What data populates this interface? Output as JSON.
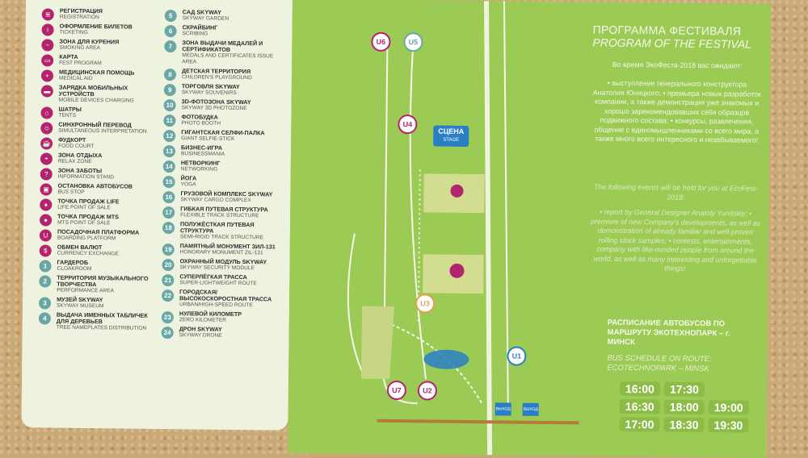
{
  "legend": {
    "col1": [
      {
        "icon": "registration-icon",
        "glyph": "≣",
        "ru": "Регистрация",
        "en": "Registration"
      },
      {
        "icon": "ticket-icon",
        "glyph": "i",
        "ru": "Оформление билетов",
        "en": "Ticketing"
      },
      {
        "icon": "smoking-icon",
        "glyph": "~",
        "ru": "Зона для курения",
        "en": "Smoking area"
      },
      {
        "icon": "map-icon",
        "glyph": "▭",
        "ru": "Карта",
        "en": "Fest program"
      },
      {
        "icon": "medical-icon",
        "glyph": "+",
        "ru": "Медицинская помощь",
        "en": "Medical aid"
      },
      {
        "icon": "charging-icon",
        "glyph": "▬",
        "ru": "Зарядка мобильных устройств",
        "en": "Mobile devices charging"
      },
      {
        "icon": "tent-icon",
        "glyph": "⌂",
        "ru": "Шатры",
        "en": "Tents"
      },
      {
        "icon": "interpretation-icon",
        "glyph": "☺",
        "ru": "Синхронный перевод",
        "en": "Simultaneous interpretation"
      },
      {
        "icon": "food-icon",
        "glyph": "☕",
        "ru": "Фудкорт",
        "en": "Food court"
      },
      {
        "icon": "relax-icon",
        "glyph": "◓",
        "ru": "Зона отдыха",
        "en": "Relax zone"
      },
      {
        "icon": "info-icon",
        "glyph": "?",
        "ru": "Зона заботы",
        "en": "Information stand"
      },
      {
        "icon": "bus-icon",
        "glyph": "▣",
        "ru": "Остановка автобусов",
        "en": "Bus stop"
      },
      {
        "icon": "life-icon",
        "glyph": "♦",
        "ru": "Точка продаж Life",
        "en": "Life point of sale"
      },
      {
        "icon": "mts-icon",
        "glyph": "●",
        "ru": "Точка продаж MTS",
        "en": "MTS point of sale"
      },
      {
        "icon": "platform-icon",
        "glyph": "U",
        "ru": "Посадочная платформа",
        "en": "Boarding platform"
      },
      {
        "icon": "currency-icon",
        "glyph": "$",
        "ru": "Обмен валют",
        "en": "Currency exchange"
      },
      {
        "icon": "num-1",
        "glyph": "1",
        "ru": "Гардероб",
        "en": "Cloakroom"
      },
      {
        "icon": "num-2",
        "glyph": "2",
        "ru": "Территория музыкального творчества",
        "en": "Performance area"
      },
      {
        "icon": "num-3",
        "glyph": "3",
        "ru": "Музей SkyWay",
        "en": "SkyWay museum"
      },
      {
        "icon": "num-4",
        "glyph": "4",
        "ru": "Выдача именных табличек для деревьев",
        "en": "Tree nameplates distribution"
      }
    ],
    "col2": [
      {
        "icon": "num-5",
        "glyph": "5",
        "ru": "Сад SkyWay",
        "en": "SkyWay garden"
      },
      {
        "icon": "num-6",
        "glyph": "6",
        "ru": "Скрайбинг",
        "en": "Scribing"
      },
      {
        "icon": "num-7",
        "glyph": "7",
        "ru": "Зона выдачи медалей и сертификатов",
        "en": "Medals and certificates issue area"
      },
      {
        "icon": "num-8",
        "glyph": "8",
        "ru": "Детская территория",
        "en": "Children's playground"
      },
      {
        "icon": "num-9",
        "glyph": "9",
        "ru": "Торговля SkyWay",
        "en": "SkyWay souvenirs"
      },
      {
        "icon": "num-10",
        "glyph": "10",
        "ru": "3D-фотозона SkyWay",
        "en": "SkyWay 3D photozone"
      },
      {
        "icon": "num-11",
        "glyph": "11",
        "ru": "Фотобудка",
        "en": "Photo booth"
      },
      {
        "icon": "num-12",
        "glyph": "12",
        "ru": "Гигантская селфи-палка",
        "en": "Giant selfie-stick"
      },
      {
        "icon": "num-13",
        "glyph": "13",
        "ru": "Бизнес-игра",
        "en": "Businessmania"
      },
      {
        "icon": "num-14",
        "glyph": "14",
        "ru": "Нетворкинг",
        "en": "Networking"
      },
      {
        "icon": "num-15",
        "glyph": "15",
        "ru": "Йога",
        "en": "Yoga"
      },
      {
        "icon": "num-16",
        "glyph": "16",
        "ru": "Грузовой комплекс SkyWay",
        "en": "SkyWay cargo complex"
      },
      {
        "icon": "num-17",
        "glyph": "17",
        "ru": "Гибкая путевая структура",
        "en": "Flexible track structure"
      },
      {
        "icon": "num-18",
        "glyph": "18",
        "ru": "Полужёсткая путевая структура",
        "en": "Semi-rigid track structure"
      },
      {
        "icon": "num-19",
        "glyph": "19",
        "ru": "Памятный монумент ЗИЛ-131",
        "en": "Honorary monument ZIL-131"
      },
      {
        "icon": "num-20",
        "glyph": "20",
        "ru": "Охранный модуль SkyWay",
        "en": "SkyWay security module"
      },
      {
        "icon": "num-21",
        "glyph": "21",
        "ru": "Суперлёгкая трасса",
        "en": "Super-lightweight route"
      },
      {
        "icon": "num-22",
        "glyph": "22",
        "ru": "Городская/высокоскоростная трасса",
        "en": "Urban/high-speed route"
      },
      {
        "icon": "num-23",
        "glyph": "23",
        "ru": "Нулевой километр",
        "en": "Zero kilometer"
      },
      {
        "icon": "num-24",
        "glyph": "24",
        "ru": "Дрон SkyWay",
        "en": "SkyWay drone"
      }
    ]
  },
  "map": {
    "stage_label": "СЦЕНА",
    "stage_sub": "STAGE",
    "exit_label": "ВЫХОД",
    "platforms": [
      {
        "label": "U6",
        "color": "#b3236e"
      },
      {
        "label": "U5",
        "color": "#6aa7a4"
      },
      {
        "label": "U4",
        "color": "#b3236e"
      },
      {
        "label": "U3",
        "color": "#e3a14a"
      },
      {
        "label": "U7",
        "color": "#b3236e"
      },
      {
        "label": "U2",
        "color": "#b3236e"
      },
      {
        "label": "U1",
        "color": "#2a7fc4"
      }
    ]
  },
  "program": {
    "title_ru": "ПРОГРАММА ФЕСТИВАЛЯ",
    "title_en": "PROGRAM OF THE FESTIVAL",
    "intro_ru": "Во время ЭкоФеста-2018 вас ожидают:",
    "items_ru": "• выступление генерального конструктора Анатолия Юницкого; • премьера новых разработок компании, а также демонстрация уже знакомых и хорошо зарекомендовавших себя образцов подвижного состава; • конкурсы, развлечения, общение с единомышленниками со всего мира, а также много всего интересного и незабываемого!",
    "intro_en": "The following events will be held for you at EcoFest-2018:",
    "items_en": "• report by General Designer Anatoly Yunitskiy; • premiere of new Company's developments, as well as demonstration of already familiar and well-proven rolling stock samples; • contests, entertainments, company with like-minded people from around the world, as well as many interesting and unforgettable things!"
  },
  "bus": {
    "title_ru": "РАСПИСАНИЕ АВТОБУСОВ ПО МАРШРУТУ ЭКОТЕХНОПАРК – г. МИНСК",
    "title_en": "BUS SCHEDULE ON ROUTE: ECOTECHNOPARK – MINSK",
    "times": [
      [
        "16:00",
        "17:30"
      ],
      [
        "16:30",
        "18:00",
        "19:00"
      ],
      [
        "17:00",
        "18:30",
        "19:30"
      ]
    ]
  },
  "colors": {
    "board": "#9ccb55",
    "legend_bg": "#eef3e0",
    "accent": "#b3236e",
    "teal": "#6aa7a4",
    "blue": "#2a7fc4"
  }
}
